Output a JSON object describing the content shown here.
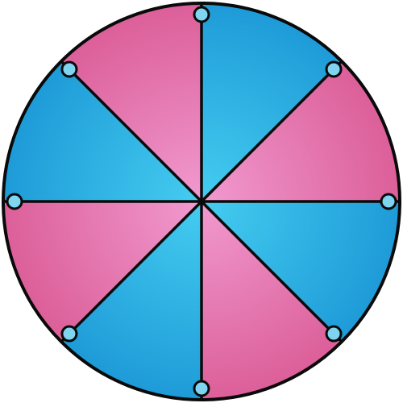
{
  "wheel": {
    "segment_count": 8,
    "start_angle_deg": -90,
    "segment_colors": [
      {
        "name": "blue",
        "center": "#45cdf0",
        "edge": "#1e9bd8"
      },
      {
        "name": "pink",
        "center": "#f19ad0",
        "edge": "#dc5f99"
      }
    ],
    "segments": [
      {
        "index": 1,
        "color": "blue"
      },
      {
        "index": 2,
        "color": "pink"
      },
      {
        "index": 3,
        "color": "blue"
      },
      {
        "index": 4,
        "color": "pink"
      },
      {
        "index": 5,
        "color": "blue"
      },
      {
        "index": 6,
        "color": "pink"
      },
      {
        "index": 7,
        "color": "blue"
      },
      {
        "index": 8,
        "color": "pink"
      }
    ],
    "outline_color": "#0a0a0a",
    "peg_fill": "#7fd4ef",
    "peg_count": 8
  }
}
